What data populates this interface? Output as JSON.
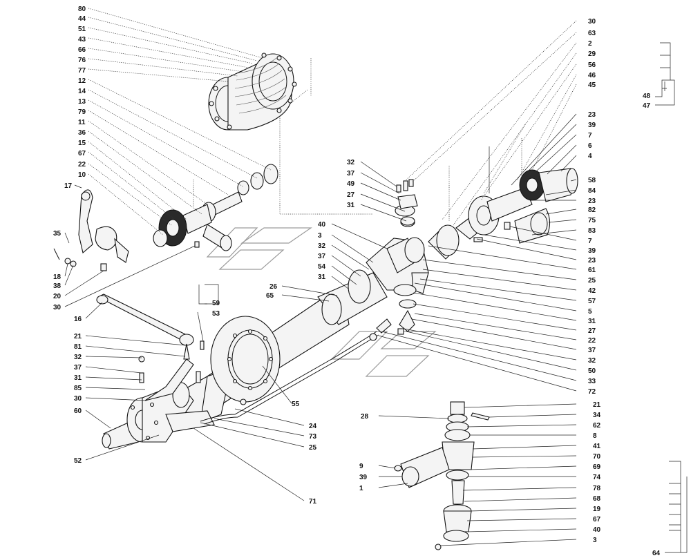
{
  "callouts_left": [
    "80",
    "44",
    "51",
    "43",
    "66",
    "76",
    "77",
    "12",
    "14",
    "13",
    "79",
    "11",
    "36",
    "15",
    "67",
    "22",
    "10",
    "17",
    "35",
    "18",
    "38",
    "20",
    "30",
    "16",
    "21",
    "81",
    "32",
    "37",
    "31",
    "85",
    "30",
    "60",
    "52"
  ],
  "callouts_right": [
    "30",
    "63",
    "2",
    "29",
    "56",
    "46",
    "45",
    "23",
    "39",
    "7",
    "6",
    "4",
    "58",
    "84",
    "23",
    "82",
    "75",
    "83",
    "7",
    "39",
    "23",
    "61",
    "25",
    "42",
    "57",
    "5",
    "31",
    "27",
    "22",
    "37",
    "32",
    "50",
    "33",
    "72"
  ],
  "callouts_center": [
    "32",
    "37",
    "49",
    "27",
    "31",
    "40",
    "3",
    "32",
    "37",
    "54",
    "31",
    "26",
    "65",
    "59",
    "53",
    "55",
    "24",
    "73",
    "25",
    "71"
  ],
  "callouts_bottom": [
    "21",
    "34",
    "28",
    "62",
    "8",
    "41",
    "70",
    "9",
    "39",
    "69",
    "1",
    "74",
    "78",
    "68",
    "19",
    "67",
    "40",
    "3"
  ],
  "bracket_top_right": [
    "48",
    "47"
  ],
  "bracket_bottom_right": [
    "64"
  ]
}
